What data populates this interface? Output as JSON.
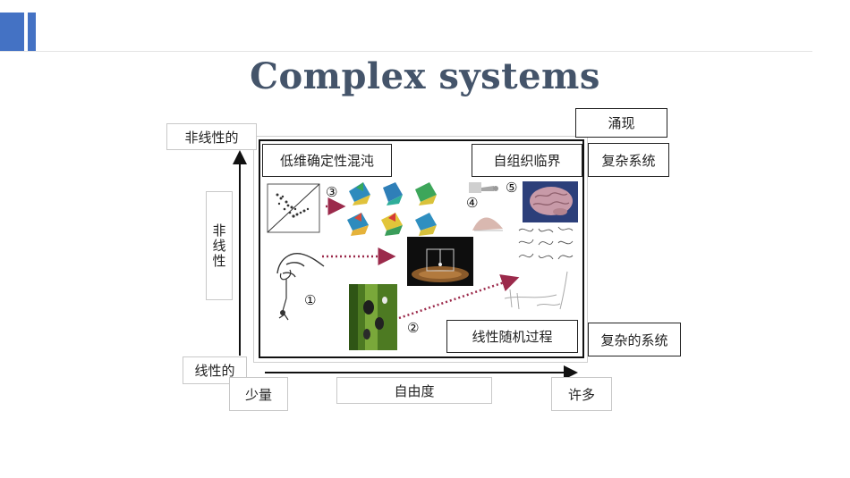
{
  "slide": {
    "title": "Complex systems"
  },
  "diagram": {
    "y_top_label": "非线性的",
    "y_axis_label": "非线性",
    "y_bottom_label": "线性的",
    "x_left_label": "少量",
    "x_axis_label": "自由度",
    "x_right_label": "许多",
    "top_right_label": "涌现",
    "right_upper_label": "复杂系统",
    "right_lower_label": "复杂的系统",
    "quadrant_top_left": "低维确定性混沌",
    "quadrant_top_right": "自组织临界",
    "quadrant_bottom_right": "线性随机过程",
    "markers": [
      "①",
      "②",
      "③",
      "④",
      "⑤"
    ]
  },
  "colors": {
    "accent": "#4472C4",
    "title": "#44546A",
    "arrow_dotted": "#9b2a4b"
  }
}
